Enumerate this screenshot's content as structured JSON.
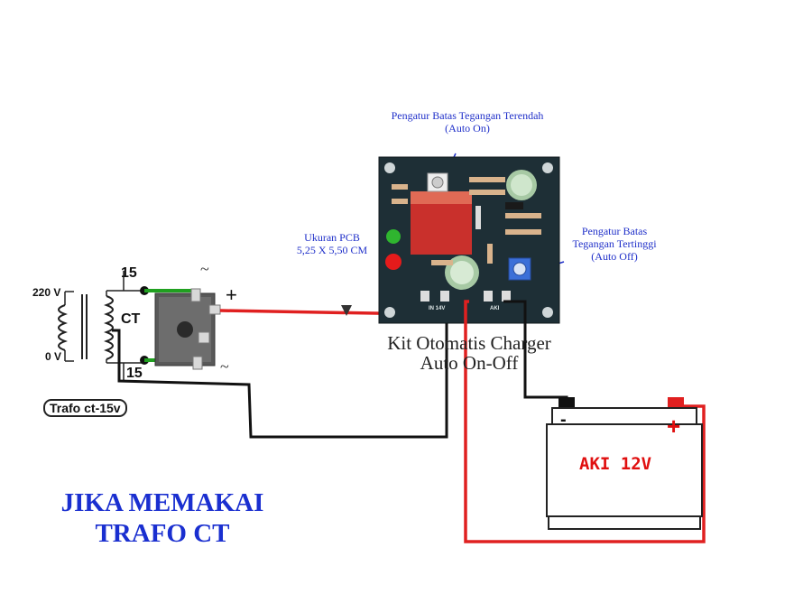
{
  "trafo": {
    "label": "Trafo ct-15v",
    "primary_top": "220 V",
    "primary_bottom": "0 V",
    "center_tap": "CT",
    "secondary_top": "15",
    "secondary_bottom": "15"
  },
  "bridge": {
    "plus": "+",
    "ac_top": "~",
    "ac_bottom": "~"
  },
  "kit": {
    "title_line1": "Kit Otomatis Charger",
    "title_line2": "Auto On-Off",
    "pcb_size_line1": "Ukuran PCB",
    "pcb_size_line2": "5,25 X 5,50 CM",
    "low_pot_line1": "Pengatur Batas Tegangan Terendah",
    "low_pot_line2": "(Auto On)",
    "high_pot_line1": "Pengatur Batas",
    "high_pot_line2": "Tegangan Tertinggi",
    "high_pot_line3": "(Auto Off)",
    "terminal_in": "IN 14V",
    "terminal_aki": "AKI"
  },
  "battery": {
    "label": "AKI 12V",
    "minus": "-",
    "plus": "+"
  },
  "caption": {
    "line1": "JIKA MEMAKAI",
    "line2": "TRAFO CT"
  },
  "colors": {
    "wire_red": "#e02020",
    "wire_black": "#111111",
    "wire_green": "#20a020",
    "pcb": "#1e2f36",
    "note_blue": "#1f2fc9"
  }
}
